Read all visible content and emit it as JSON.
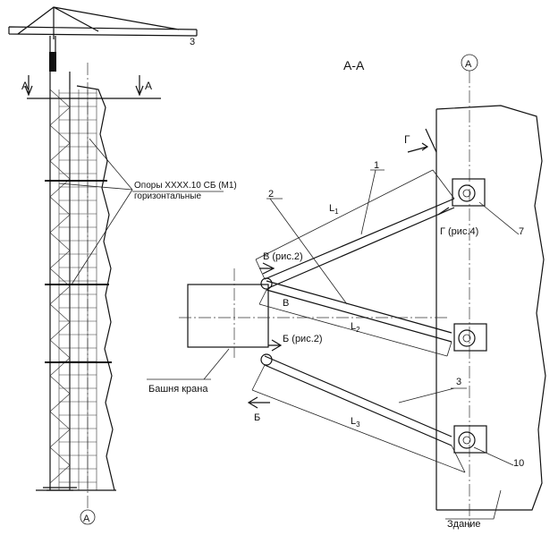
{
  "left_view": {
    "section_mark_left": "А",
    "section_mark_right": "А",
    "jib_number": "3",
    "supports_label_line1": "Опоры ХХХХ.10 СБ (М1)",
    "supports_label_line2": "горизонтальные",
    "axis_label": "А"
  },
  "plan_view": {
    "section_title": "А-А",
    "axis_label": "А",
    "cut_g": "Г",
    "cut_g_ref": "Г (рис.4)",
    "cut_v_ref": "В (рис.2)",
    "cut_v": "В",
    "cut_b_ref": "Б (рис.2)",
    "cut_b": "Б",
    "tower_label": "Башня крана",
    "building_label": "Здание",
    "rod_numbers": [
      "1",
      "2",
      "3"
    ],
    "anchor_numbers": [
      "7",
      "10"
    ],
    "length_labels": [
      {
        "main": "L",
        "sub": "1"
      },
      {
        "main": "L",
        "sub": "2"
      },
      {
        "main": "L",
        "sub": "3"
      }
    ]
  }
}
